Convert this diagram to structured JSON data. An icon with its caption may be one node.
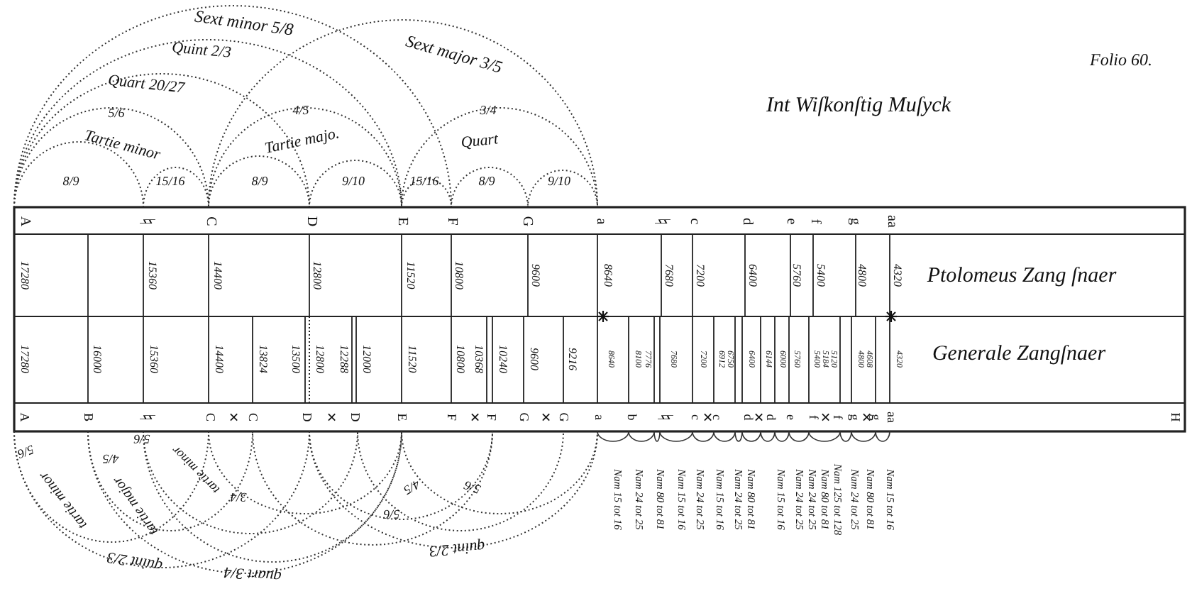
{
  "diagram": {
    "title": "Int Wiſkonſtig Muſyck",
    "labels": [
      "Sext minor 5/8",
      "Quint 2/3",
      "Sext major 3/5",
      "Quart 20/27",
      "5/6",
      "4/5",
      "3/4",
      "Tartie minor",
      "Tartie majo.",
      "Quart",
      "8/9",
      "15/16",
      "8/9",
      "9/10",
      "15/16",
      "8/9",
      "9/10",
      "Folio 60.",
      "A",
      "♮",
      "C",
      "D",
      "E",
      "F",
      "G",
      "a",
      "♮",
      "c",
      "d",
      "e",
      "f",
      "g",
      "aa",
      "17280",
      "15360",
      "14400",
      "12800",
      "11520",
      "10800",
      "9600",
      "8640",
      "7680",
      "7200",
      "6400",
      "5760",
      "5400",
      "4800",
      "4320",
      "Ptolomeus Zang ſnaer",
      "17280",
      "16000",
      "15360",
      "14400",
      "13824",
      "13500",
      "12800",
      "12288",
      "12000",
      "11520",
      "10800",
      "10368",
      "10240",
      "9600",
      "9216",
      "8640",
      "8100",
      "7776",
      "7680",
      "7200",
      "6912",
      "6750",
      "6400",
      "6144",
      "6000",
      "5760",
      "5400",
      "5184",
      "5120",
      "4800",
      "4608",
      "4320",
      "Generale Zangſnaer",
      "A",
      "B",
      "♮",
      "C",
      "✕",
      "C",
      "D",
      "✕",
      "D",
      "E",
      "F",
      "✕",
      "F",
      "G",
      "✕",
      "G",
      "a",
      "b",
      "♮",
      "c",
      "✕",
      "c",
      "d",
      "✕",
      "d",
      "e",
      "f",
      "✕",
      "f",
      "g",
      "✕",
      "g",
      "aa",
      "H",
      "5/6",
      "tartie minor",
      "4/5",
      "tartie major",
      "5/6",
      "tartie minor",
      "3/4",
      "quint 2/3",
      "quart 3/4",
      "4/5",
      "5/6",
      "5/6",
      "quint 2/3",
      "Nam 15 tot 16",
      "Nam 24 tot 25",
      "Nam 80 tot 81",
      "Nam 15 tot 16",
      "Nam 24 tot 25",
      "Nam 15 tot 16",
      "Nam 24 tot 25",
      "Nam 80 tot 81",
      "Nam 15 tot 16",
      "Nam 24 tot 25",
      "Nam 24 tot 25",
      "Nam 80 tot 81",
      "Nam 125 tot 128",
      "Nam 24 tot 25",
      "Nam 80 tot 81",
      "Nam 15 tot 16"
    ]
  }
}
